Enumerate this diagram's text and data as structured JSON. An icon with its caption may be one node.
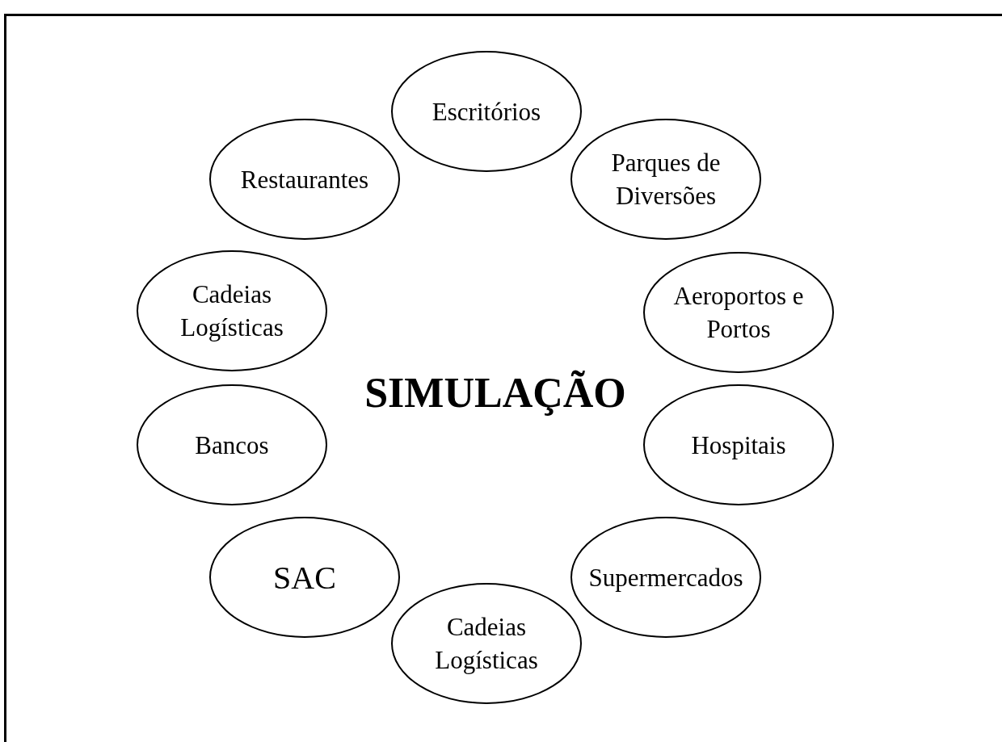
{
  "diagram": {
    "nodes": [
      {
        "text": [
          "Escritórios"
        ]
      },
      {
        "text": [
          "Restaurantes"
        ]
      },
      {
        "text": [
          "Parques de Diversões"
        ]
      },
      {
        "text": [
          "Cadeias Logísticas"
        ]
      },
      {
        "text": [
          "Aeroportos e Portos"
        ]
      },
      {
        "text": [
          "Bancos"
        ]
      },
      {
        "text": [
          "Hospitais"
        ]
      },
      {
        "text": [
          "SAC"
        ]
      },
      {
        "text": [
          "Supermercados"
        ]
      },
      {
        "text": [
          "Cadeias Logísticas"
        ]
      }
    ],
    "labels": [
      "SIMULAÇÃO"
    ]
  }
}
